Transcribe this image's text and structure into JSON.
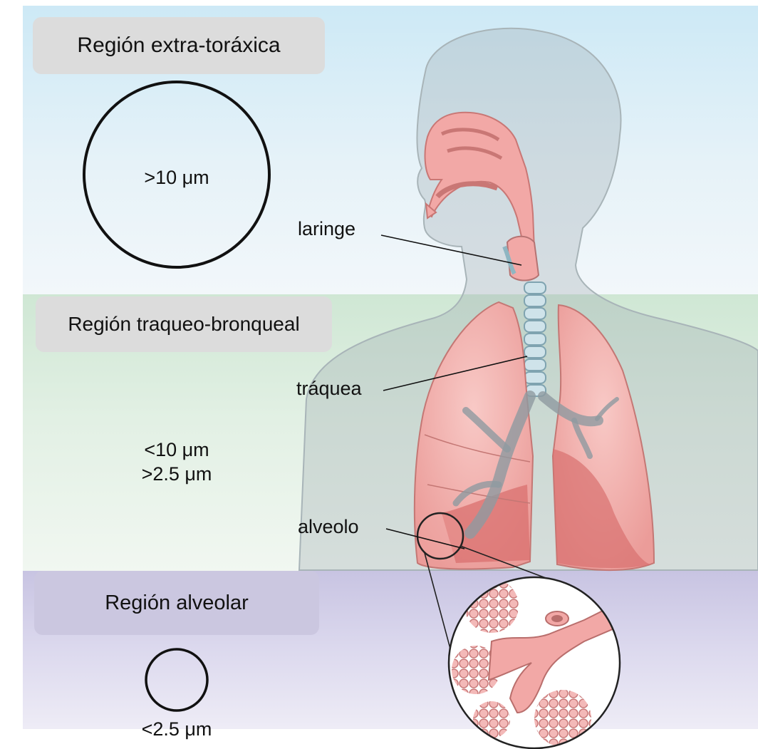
{
  "regions": {
    "extra_thoracic": "Región extra-toráxica",
    "tracheo_bronchial": "Región traqueo-bronqueal",
    "alveolar": "Región alveolar"
  },
  "particle_sizes": {
    "large": ">10 μm",
    "medium_upper": "<10 μm",
    "medium_lower": ">2.5 μm",
    "small": "<2.5 μm"
  },
  "anatomy_labels": {
    "larynx": "laringe",
    "trachea": "tráquea",
    "alveolus": "alveolo"
  },
  "colors": {
    "extra_thoracic_band": "#cde9f6",
    "tracheo_bronchial_band": "#cfe7d4",
    "alveolar_band": "#c8c4e2",
    "airway_pink": "#f2a8a6",
    "lung_dark": "#d9706f",
    "body_silhouette": "#9aa8ad"
  }
}
